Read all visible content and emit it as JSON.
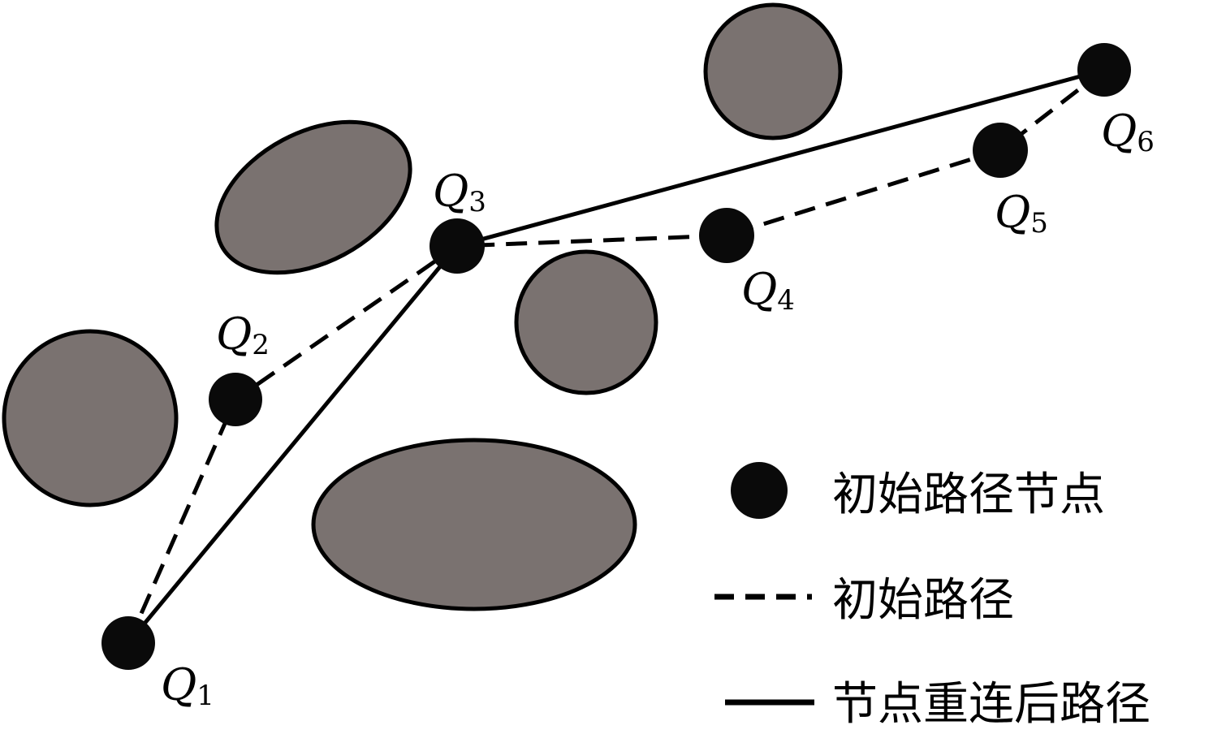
{
  "nodes": [
    {
      "letter": "Q",
      "index": "1"
    },
    {
      "letter": "Q",
      "index": "2"
    },
    {
      "letter": "Q",
      "index": "3"
    },
    {
      "letter": "Q",
      "index": "4"
    },
    {
      "letter": "Q",
      "index": "5"
    },
    {
      "letter": "Q",
      "index": "6"
    }
  ],
  "initial_path": [
    "Q1",
    "Q2",
    "Q3",
    "Q4",
    "Q5",
    "Q6"
  ],
  "reconnected_path": [
    "Q1",
    "Q3",
    "Q6"
  ],
  "legend": {
    "node_label": "初始路径节点",
    "initial_path_label": "初始路径",
    "reconnected_path_label": "节点重连后路径"
  },
  "colors": {
    "obstacle_fill": "#7a7270",
    "stroke": "#000000",
    "node": "#0a0a0a"
  }
}
